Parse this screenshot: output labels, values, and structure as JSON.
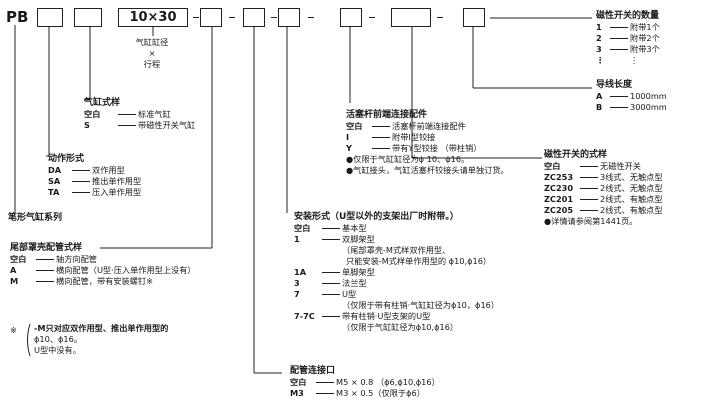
{
  "code": {
    "prefix": "PB",
    "bore_stroke": "10×30",
    "dash": "–"
  },
  "bore": {
    "l1": "气缸缸径",
    "l2": "×",
    "l3": "行程"
  },
  "cyl_style": {
    "title": "气缸式样",
    "rows": [
      {
        "k": "空白",
        "v": "标准气缸"
      },
      {
        "k": "S",
        "v": "带磁性开关气缸"
      }
    ]
  },
  "action": {
    "title": "动作形式",
    "rows": [
      {
        "k": "DA",
        "v": "双作用型"
      },
      {
        "k": "SA",
        "v": "推出单作用型"
      },
      {
        "k": "TA",
        "v": "压入单作用型"
      }
    ]
  },
  "series": {
    "label": "笔形气缸系列"
  },
  "tail": {
    "title": "尾部罩壳配管式样",
    "rows": [
      {
        "k": "空白",
        "v": "轴方向配管"
      },
      {
        "k": "A",
        "v": "横向配管（U型·压入单作用型上没有）"
      },
      {
        "k": "M",
        "v": "横向配管，带有安装螺钉※"
      }
    ],
    "note_mark": "※",
    "note": [
      "-M只对应双作用型、推出单作用型的",
      "ϕ10、ϕ16。",
      "U型中没有。"
    ]
  },
  "mount": {
    "title": "安装形式（U型以外的支架出厂时附带。）",
    "rows": [
      {
        "k": "空白",
        "v": "基本型"
      },
      {
        "k": "1",
        "v": "双脚架型"
      },
      {
        "k": "",
        "v": "（尾部罩壳-M式样双作用型、"
      },
      {
        "k": "",
        "v": "只能安装-M式样单作用型的 ϕ10,ϕ16）"
      },
      {
        "k": "1A",
        "v": "单脚架型"
      },
      {
        "k": "3",
        "v": "法兰型"
      },
      {
        "k": "7",
        "v": "U型"
      },
      {
        "k": "",
        "v": "（仅限于带有柱销·气缸缸径为ϕ10，ϕ16）"
      },
      {
        "k": "7-7C",
        "v": "带有柱销·U型支架的U型"
      },
      {
        "k": "",
        "v": "（仅限于气缸缸径为ϕ10,ϕ16）"
      }
    ]
  },
  "port": {
    "title": "配管连接口",
    "rows": [
      {
        "k": "空白",
        "v": "M5 × 0.8 （ϕ6,ϕ10,ϕ16）"
      },
      {
        "k": "M3",
        "v": "M3 × 0.5（仅限于ϕ6）"
      }
    ]
  },
  "rod": {
    "title": "活塞杆前端连接配件",
    "rows": [
      {
        "k": "空白",
        "v": "活塞杆前端连接配件"
      },
      {
        "k": "I",
        "v": "附带I型铰接"
      },
      {
        "k": "Y",
        "v": "带有Y型铰接 （带柱销）"
      }
    ],
    "notes": [
      "●仅限于气缸缸径为ϕ 10、ϕ16。",
      "●气缸接头，气缸活塞杆铰接头请单独订货。"
    ]
  },
  "sw_model": {
    "title": "磁性开关的式样",
    "rows": [
      {
        "k": "空白",
        "v": "无磁性开关"
      },
      {
        "k": "ZC253",
        "v": "3线式、无触点型"
      },
      {
        "k": "ZC230",
        "v": "2线式、无触点型"
      },
      {
        "k": "ZC201",
        "v": "2线式、有触点型"
      },
      {
        "k": "ZC205",
        "v": "2线式、有触点型"
      }
    ],
    "note": "●详情请参阅第1441页。"
  },
  "lead": {
    "title": "导线长度",
    "rows": [
      {
        "k": "A",
        "v": "1000mm"
      },
      {
        "k": "B",
        "v": "3000mm"
      }
    ]
  },
  "sw_qty": {
    "title": "磁性开关的数量",
    "rows": [
      {
        "k": "1",
        "v": "附带1个"
      },
      {
        "k": "2",
        "v": "附带2个"
      },
      {
        "k": "3",
        "v": "附带3个"
      },
      {
        "k": "⋮",
        "v": "⋮"
      }
    ]
  }
}
